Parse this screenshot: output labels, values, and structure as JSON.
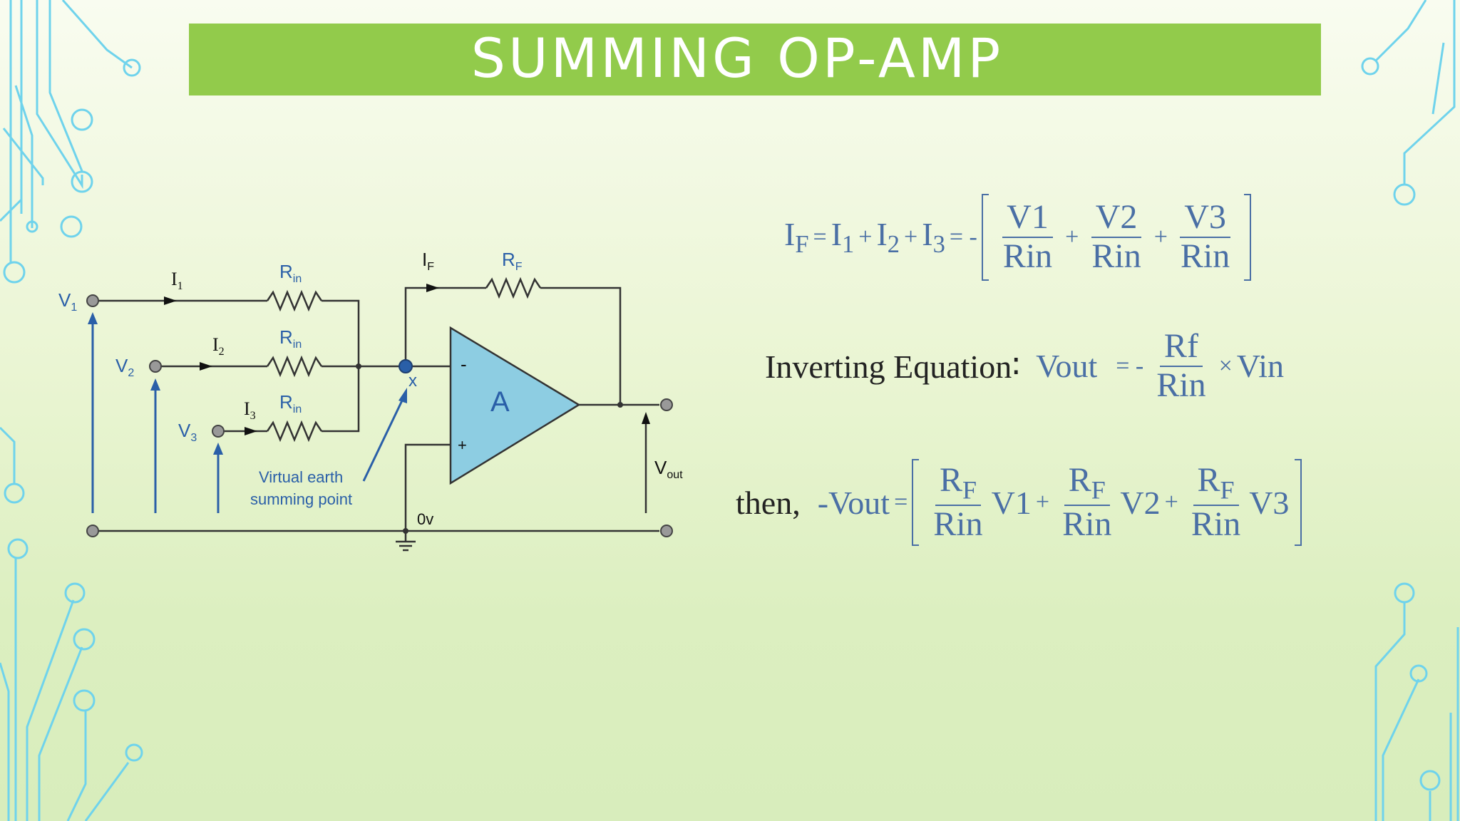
{
  "slide": {
    "title": "SUMMING OP-AMP",
    "colors": {
      "title_bar": "#92cb4b",
      "accent_blue": "#4a6fa5",
      "deco_cyan": "#6fd3ec",
      "opamp_fill": "#8dcde2"
    }
  },
  "circuit": {
    "v1": "V",
    "v1_sub": "1",
    "v2": "V",
    "v2_sub": "2",
    "v3": "V",
    "v3_sub": "3",
    "i1": "I",
    "i1_sub": "1",
    "i2": "I",
    "i2_sub": "2",
    "i3": "I",
    "i3_sub": "3",
    "rin": "R",
    "rin_sub": "in",
    "if": "I",
    "if_sub": "F",
    "rf": "R",
    "rf_sub": "F",
    "node_x": "x",
    "opamp_label": "A",
    "minus": "-",
    "plus": "+",
    "virtual_earth_1": "Virtual earth",
    "virtual_earth_2": "summing point",
    "zero_v": "0v",
    "vout": "V",
    "vout_sub": "out"
  },
  "equations": {
    "eq1": {
      "IF": "I",
      "IF_sub": "F",
      "eq": "=",
      "I1": "I",
      "I1_sub": "1",
      "plus1": "+",
      "I2": "I",
      "I2_sub": "2",
      "plus2": "+",
      "I3": "I",
      "I3_sub": "3",
      "eq_neg": "= -",
      "t1_num": "V1",
      "t1_den": "Rin",
      "t2_num": "V2",
      "t2_den": "Rin",
      "t3_num": "V3",
      "t3_den": "Rin"
    },
    "eq2": {
      "label": "Inverting Equation∶",
      "vout": "Vout",
      "eq_neg": "= -",
      "num": "Rf",
      "den": "Rin",
      "times": "×",
      "vin": "Vin"
    },
    "eq3": {
      "then": "then,",
      "neg_vout": "-Vout",
      "eq": "=",
      "r": "R",
      "r_sub": "F",
      "den": "Rin",
      "v1": "V1",
      "v2": "V2",
      "v3": "V3",
      "plus": "+"
    }
  }
}
